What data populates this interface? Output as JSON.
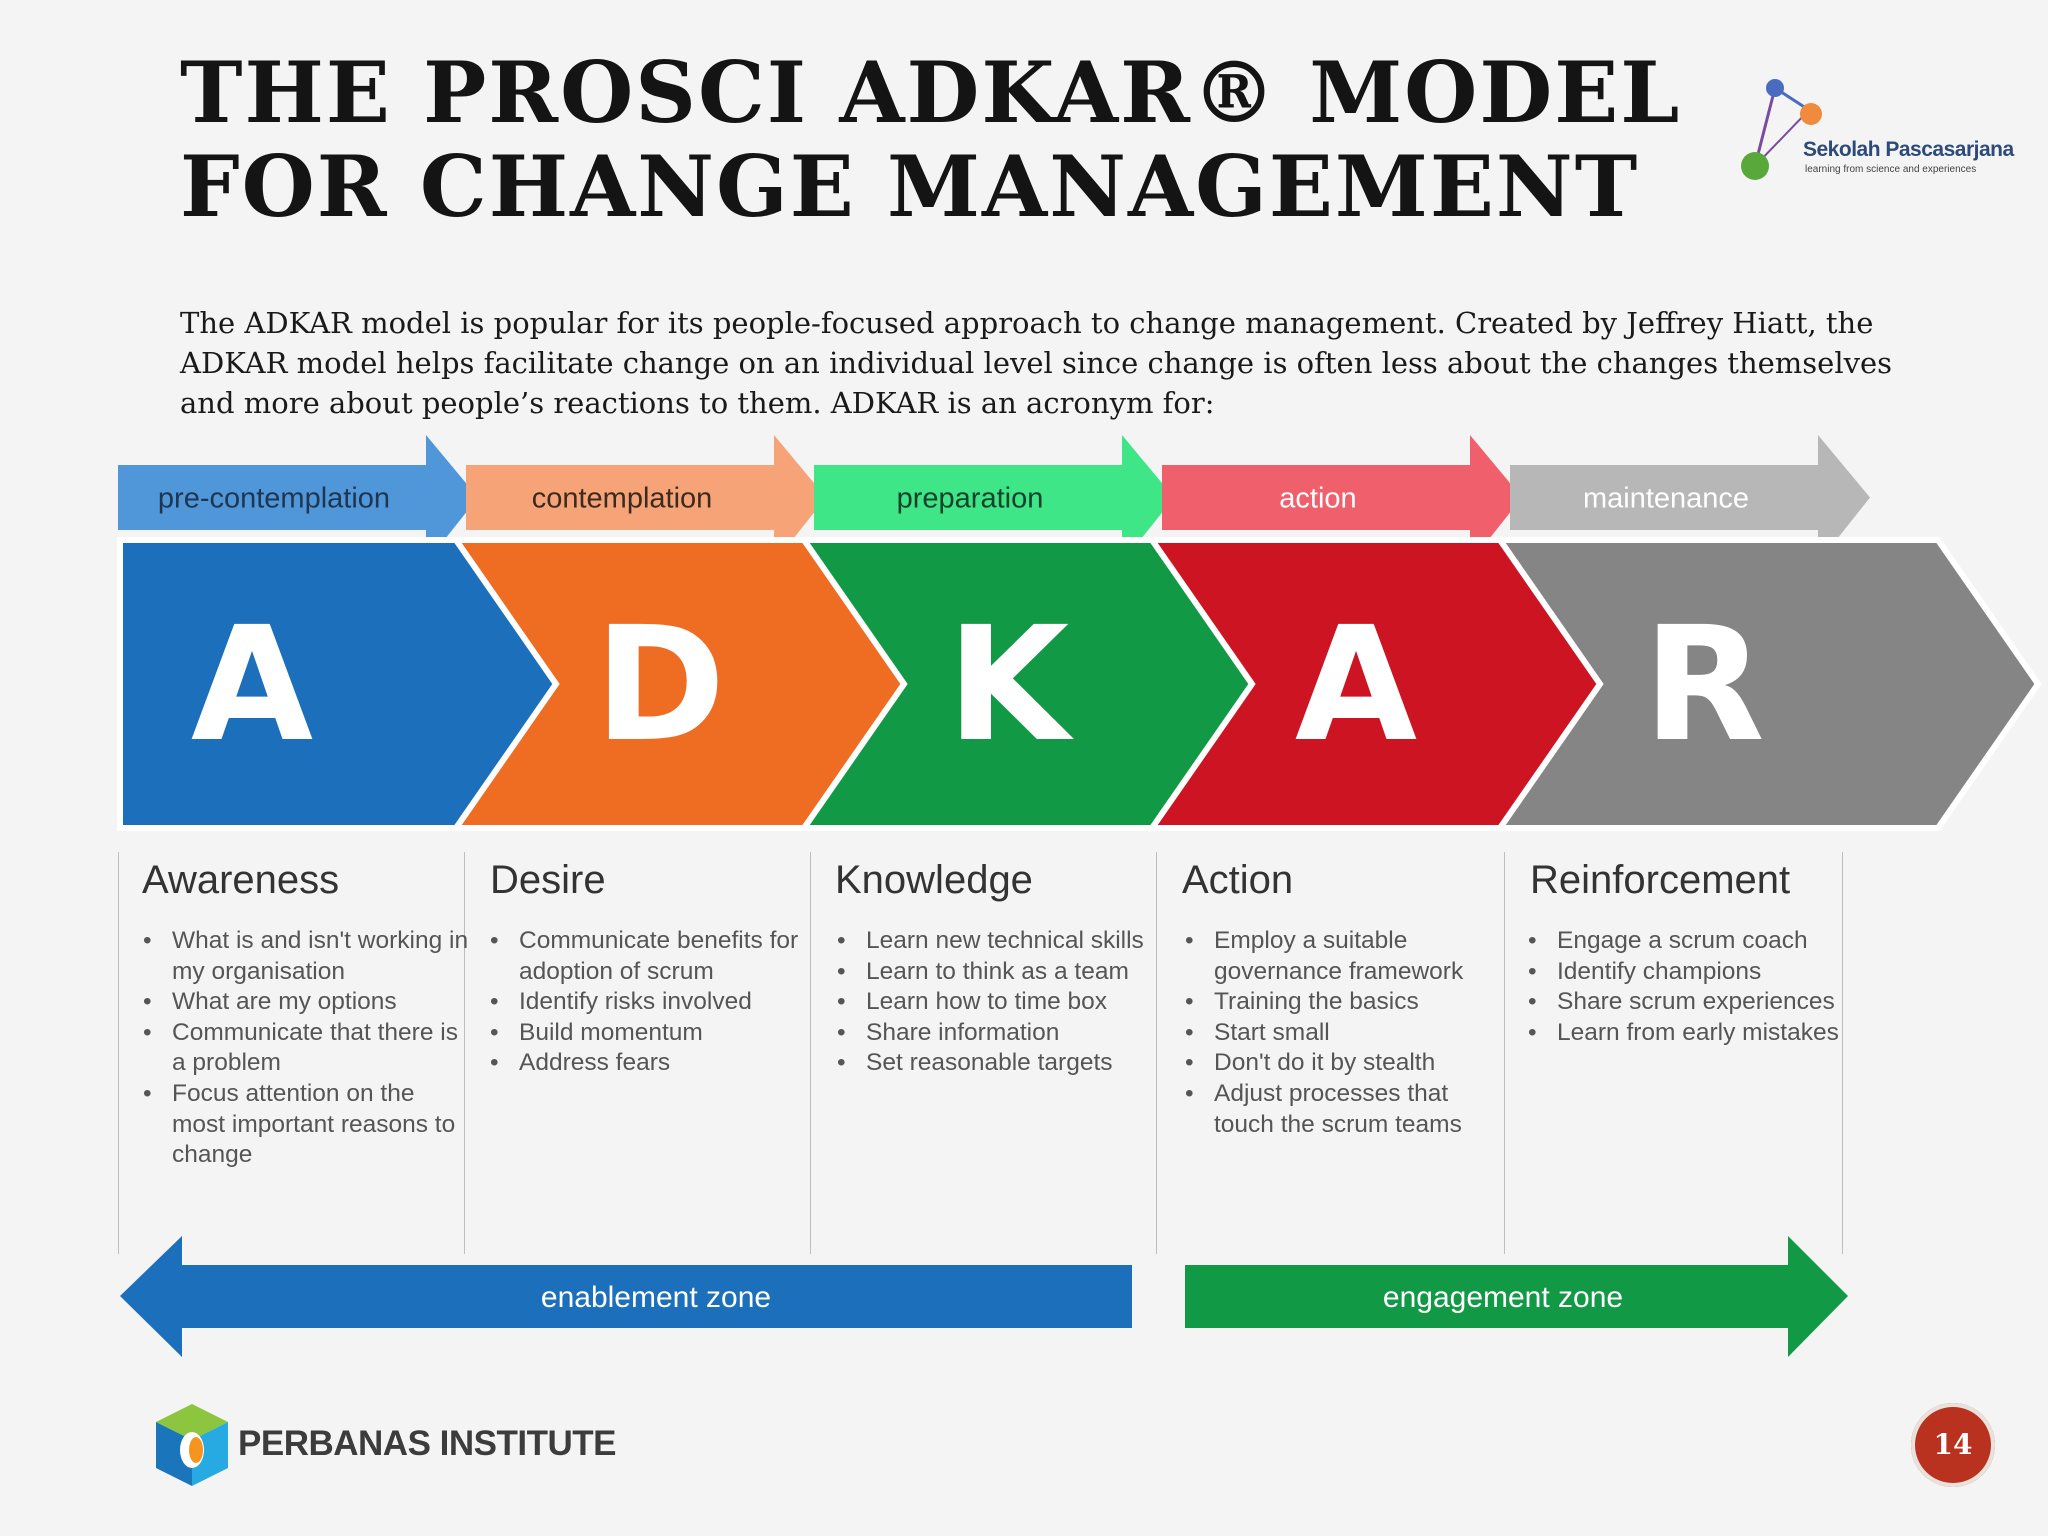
{
  "title": {
    "line1": "THE PROSCI ADKAR® MODEL",
    "line2": "FOR CHANGE MANAGEMENT"
  },
  "logo_top": {
    "name": "Sekolah Pascasarjana",
    "tagline": "learning from science and experiences",
    "colors": {
      "blue": "#4b6bc0",
      "orange": "#f08a3c",
      "green": "#58a83c",
      "line": "#7a4ca0"
    }
  },
  "intro": "The ADKAR model is popular for its people-focused approach to change management. Created by Jeffrey Hiatt, the ADKAR model helps facilitate change on an individual level since change is often less about the changes themselves and more about people’s reactions to them. ADKAR is an acronym for:",
  "stages": [
    {
      "stage": "pre-contemplation",
      "letter": "A",
      "name": "Awareness",
      "items": [
        "What is and isn't working in my organisation",
        "What are my options",
        "Communicate that there is a problem",
        "Focus attention on the most important reasons to change"
      ],
      "color": "#1c6fbb",
      "tab_color": "#4f97d8",
      "tab_text_color": "#1f3550"
    },
    {
      "stage": "contemplation",
      "letter": "D",
      "name": "Desire",
      "items": [
        "Communicate benefits for adoption of scrum",
        "Identify risks involved",
        "Build momentum",
        "Address fears"
      ],
      "color": "#ef6c23",
      "tab_color": "#f6a477",
      "tab_text_color": "#3b2a20"
    },
    {
      "stage": "preparation",
      "letter": "K",
      "name": "Knowledge",
      "items": [
        "Learn new technical skills",
        "Learn to think as a team",
        "Learn how to time box",
        "Share information",
        "Set reasonable targets"
      ],
      "color": "#129945",
      "tab_color": "#3ee688",
      "tab_text_color": "#14412a"
    },
    {
      "stage": "action",
      "letter": "A",
      "name": "Action",
      "items": [
        "Employ a suitable governance framework",
        "Training the basics",
        "Start small",
        "Don't do it by stealth",
        "Adjust processes that touch the scrum teams"
      ],
      "color": "#cc1423",
      "tab_color": "#f0606c",
      "tab_text_color": "#ffffff"
    },
    {
      "stage": "maintenance",
      "letter": "R",
      "name": "Reinforcement",
      "items": [
        "Engage a scrum coach",
        "Identify champions",
        "Share scrum experiences",
        "Learn from early mistakes"
      ],
      "color": "#858585",
      "tab_color": "#b7b7b7",
      "tab_text_color": "#ffffff"
    }
  ],
  "zones": [
    {
      "label": "enablement zone",
      "color": "#1c6fbb",
      "direction": "left"
    },
    {
      "label": "engagement zone",
      "color": "#129945",
      "direction": "right"
    }
  ],
  "footer": {
    "institute": "PERBANAS INSTITUTE",
    "page_number": "14"
  }
}
